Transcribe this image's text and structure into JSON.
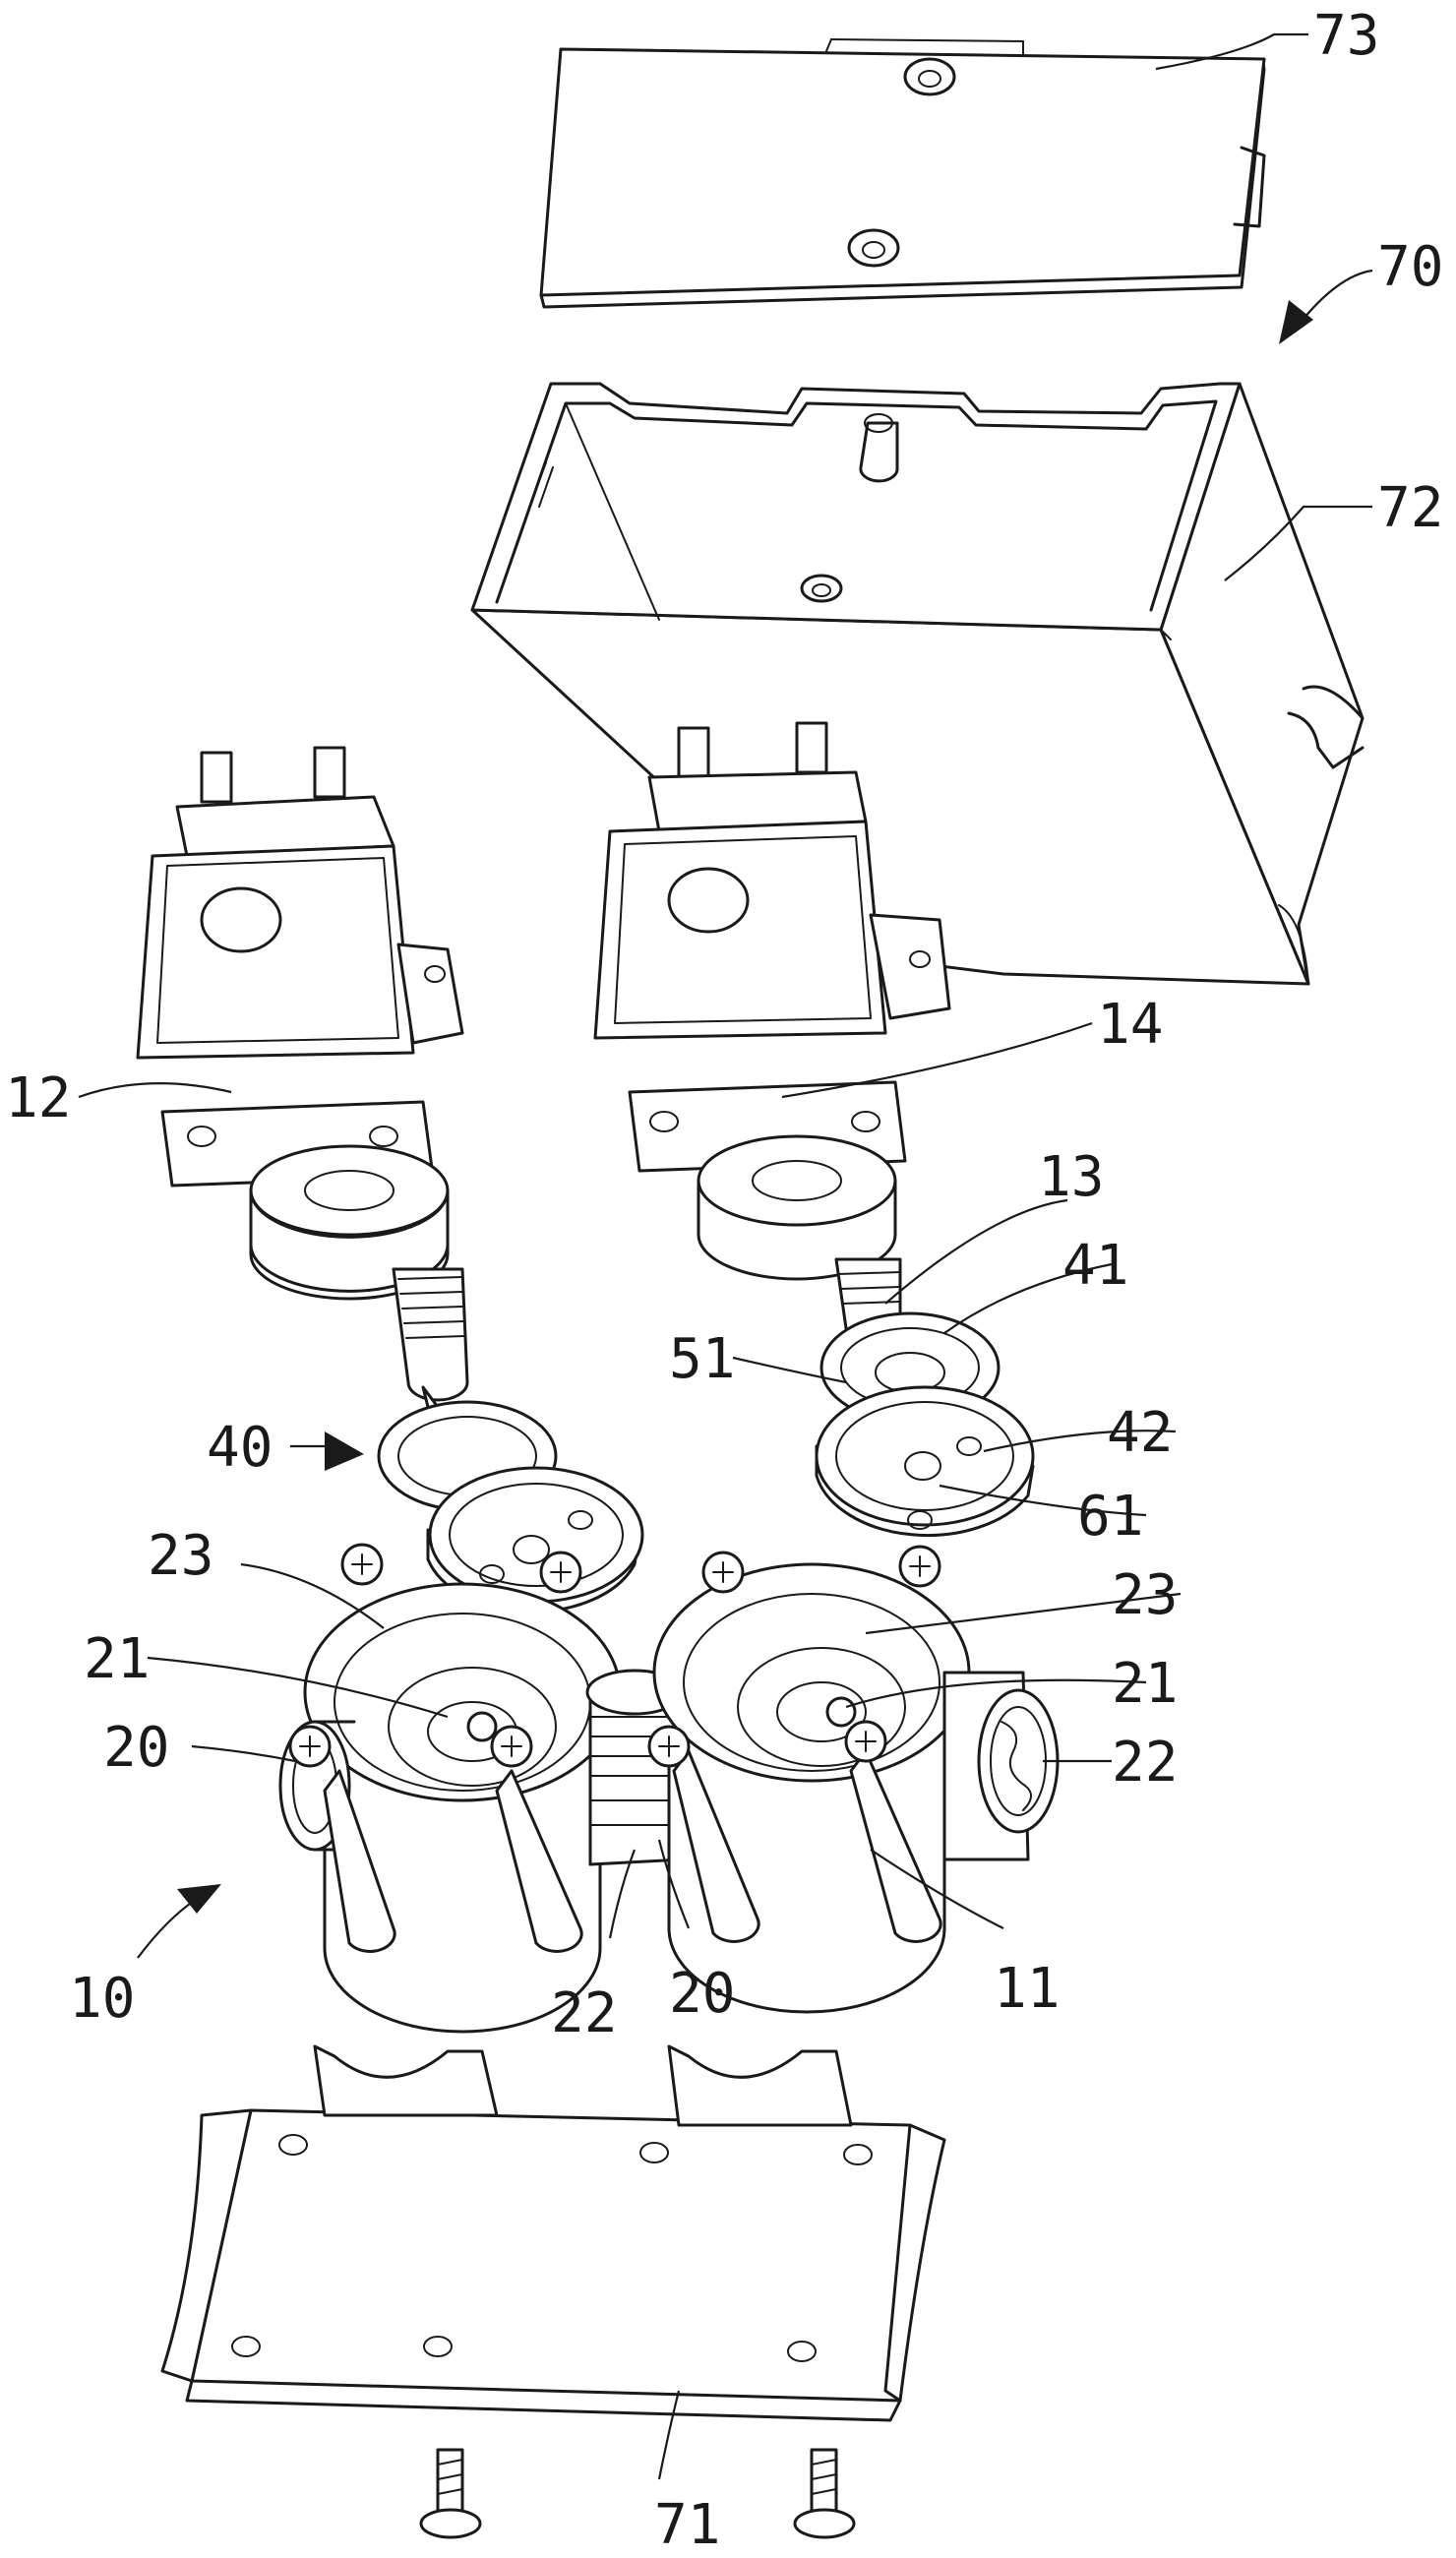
{
  "labels": {
    "l73": "73",
    "l70": "70",
    "l72": "72",
    "l12": "12",
    "l14": "14",
    "l13": "13",
    "l41": "41",
    "l51": "51",
    "l40": "40",
    "l42": "42",
    "l61": "61",
    "l23a": "23",
    "l23b": "23",
    "l21a": "21",
    "l21b": "21",
    "l20a": "20",
    "l22a": "22",
    "l10": "10",
    "l22b": "22",
    "l20b": "20",
    "l11": "11",
    "l71": "71"
  }
}
